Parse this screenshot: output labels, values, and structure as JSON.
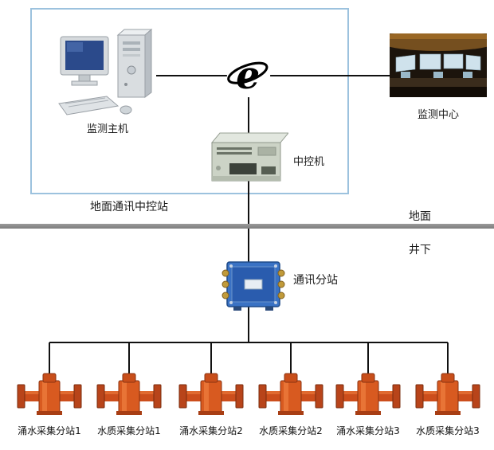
{
  "diagram": {
    "surface_box_label": "地面通讯中控站",
    "surface_label": "地面",
    "underground_label": "井下",
    "monitor_host_label": "监测主机",
    "monitor_center_label": "监测中心",
    "central_machine_label": "中控机",
    "substation_label": "通讯分站",
    "devices": [
      {
        "label": "涌水采集分站1"
      },
      {
        "label": "水质采集分站1"
      },
      {
        "label": "涌水采集分站2"
      },
      {
        "label": "水质采集分站2"
      },
      {
        "label": "涌水采集分站3"
      },
      {
        "label": "水质采集分站3"
      }
    ],
    "icons": {
      "network": "internet-e-globe-icon"
    },
    "colors": {
      "surface_box_border": "#9cc2de",
      "divider_gray": "#8c8c8c",
      "connector_line": "#111111",
      "device_orange": "#d2511e",
      "substation_blue": "#3a72c4",
      "server_beige": "#ccd3c6"
    }
  }
}
